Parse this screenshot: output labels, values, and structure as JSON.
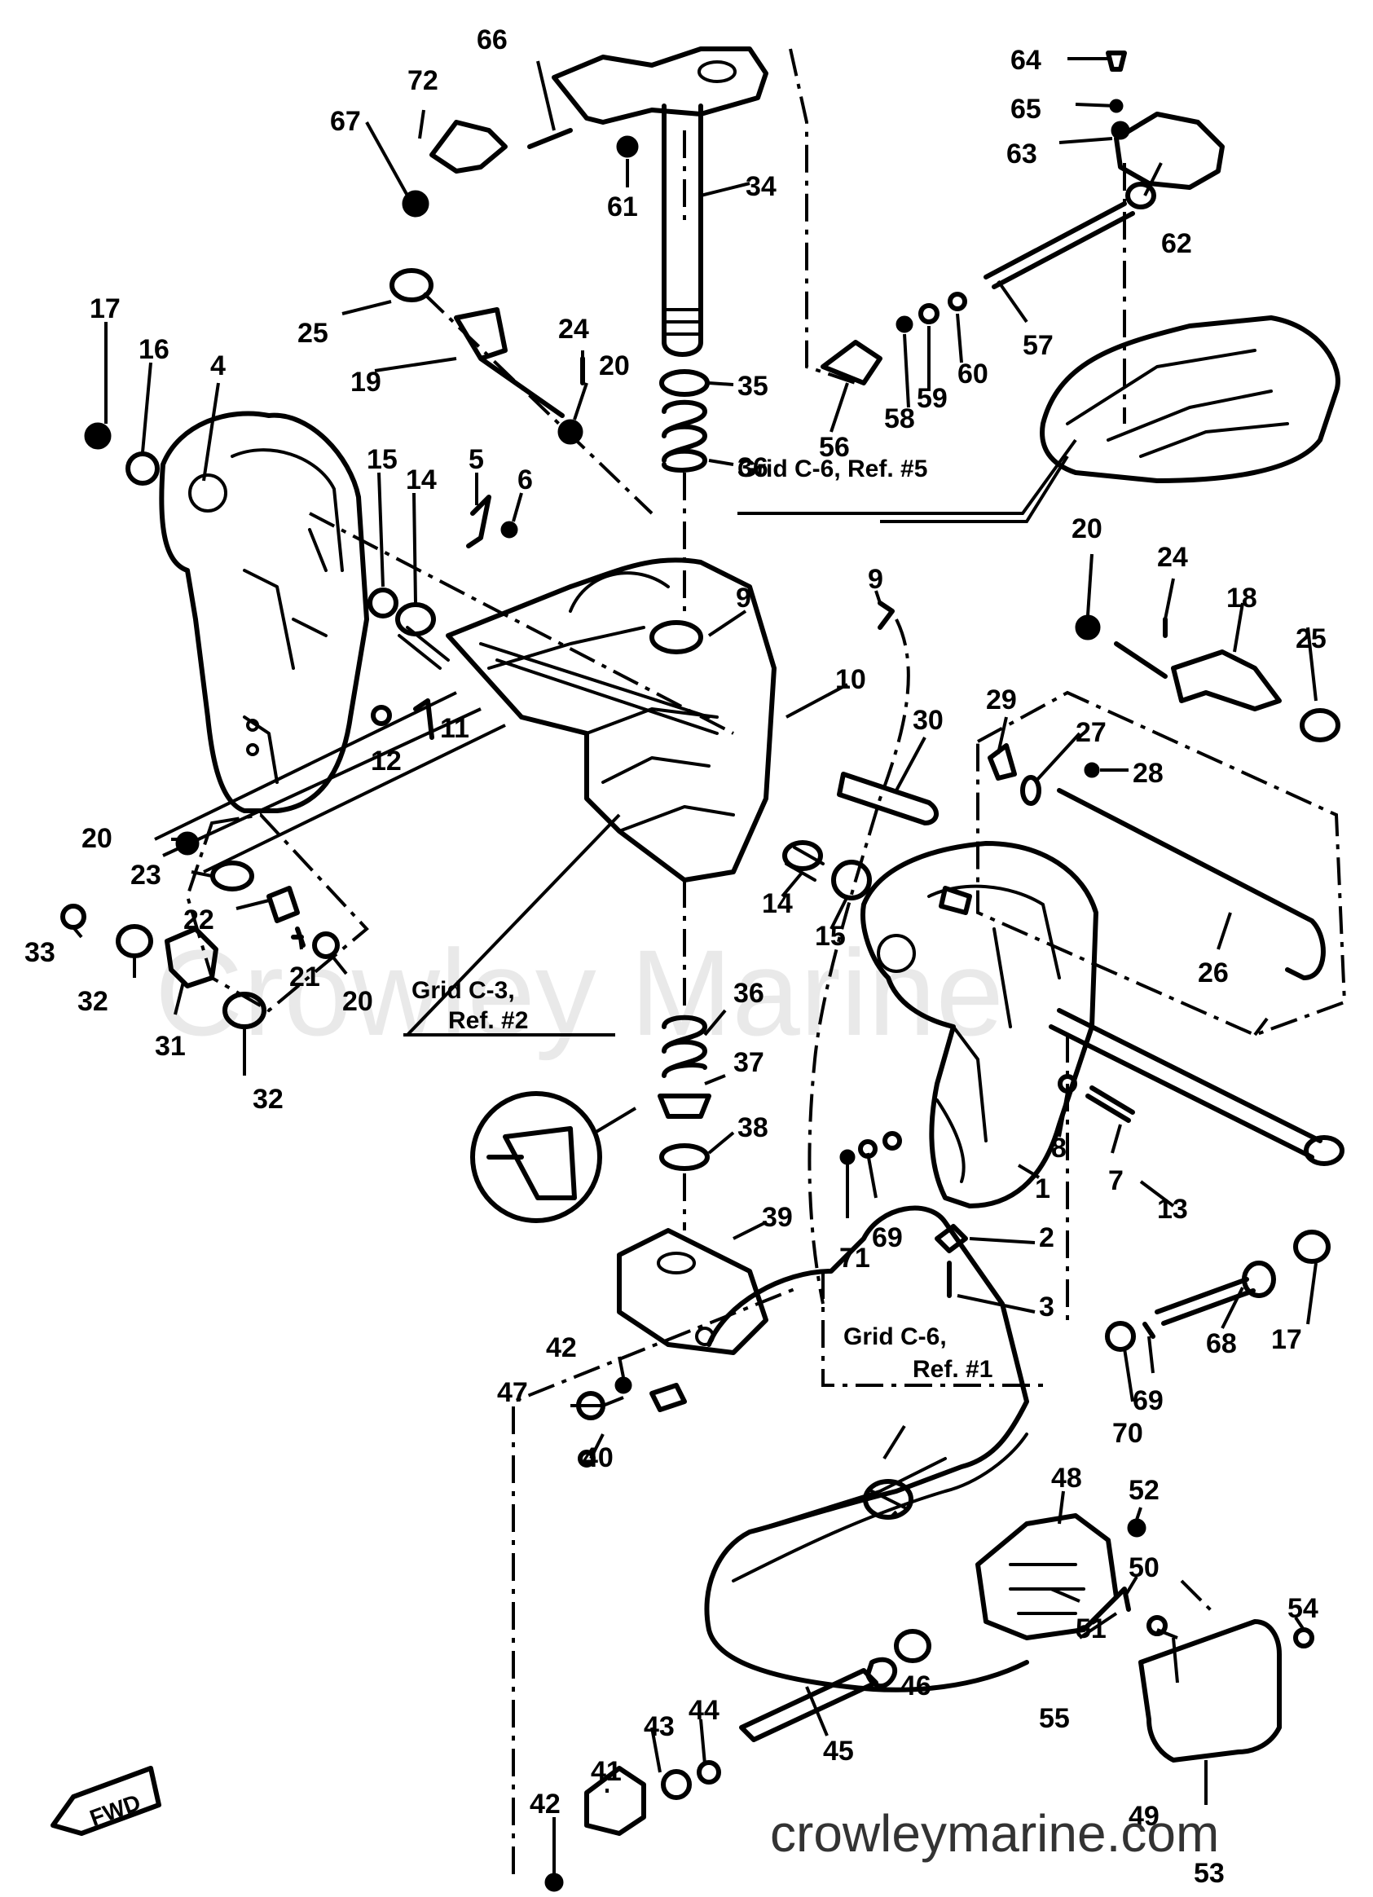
{
  "diagram": {
    "watermark": "Crowley Marine",
    "website": "crowleymarine.com",
    "fwd_label": "FWD",
    "ref_notes": [
      {
        "id": "grid-c6-ref5",
        "lines": [
          "Grid C-6, Ref. #5"
        ]
      },
      {
        "id": "grid-c3-ref2",
        "lines": [
          "Grid C-3,",
          "Ref. #2"
        ]
      },
      {
        "id": "grid-c6-ref1",
        "lines": [
          "Grid C-6,",
          "Ref. #1"
        ]
      }
    ],
    "callouts": [
      "1",
      "2",
      "3",
      "4",
      "5",
      "6",
      "7",
      "8",
      "9",
      "9",
      "10",
      "11",
      "12",
      "13",
      "14",
      "14",
      "15",
      "15",
      "16",
      "17",
      "17",
      "18",
      "19",
      "20",
      "20",
      "20",
      "20",
      "21",
      "22",
      "23",
      "24",
      "24",
      "25",
      "25",
      "26",
      "27",
      "28",
      "29",
      "30",
      "31",
      "32",
      "32",
      "33",
      "34",
      "35",
      "36",
      "36",
      "37",
      "38",
      "39",
      "40",
      "41",
      "42",
      "42",
      "43",
      "44",
      "45",
      "46",
      "47",
      "48",
      "49",
      "50",
      "51",
      "52",
      "53",
      "54",
      "55",
      "56",
      "57",
      "58",
      "59",
      "60",
      "61",
      "62",
      "63",
      "64",
      "65",
      "66",
      "67",
      "68",
      "69",
      "69",
      "70",
      "71",
      "72"
    ]
  }
}
